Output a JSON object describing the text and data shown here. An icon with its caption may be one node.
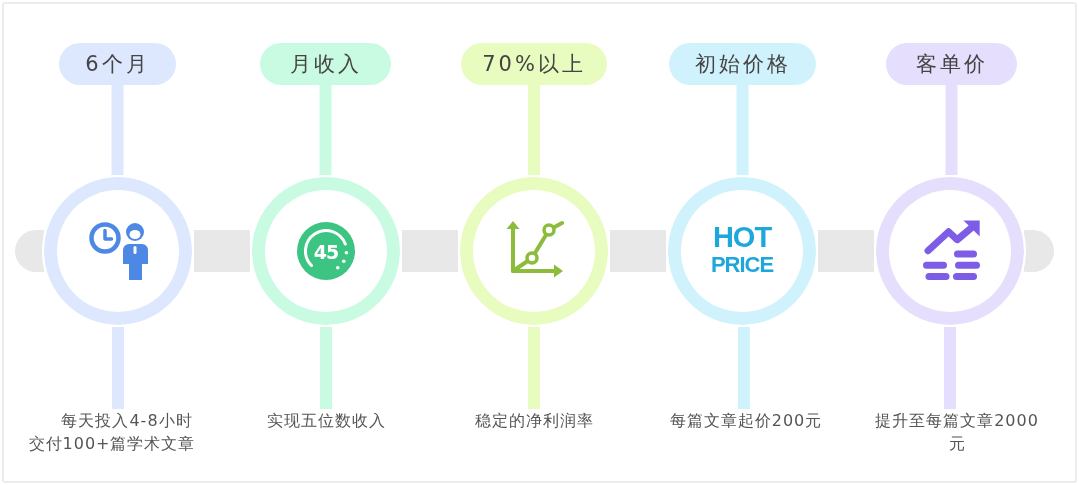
{
  "diagram": {
    "nodes": [
      {
        "text": [
          "6个月"
        ]
      },
      {
        "text": [
          "月收入"
        ]
      },
      {
        "text": [
          "70%以上"
        ]
      },
      {
        "text": [
          "初始价格"
        ]
      },
      {
        "text": [
          "客单价"
        ]
      },
      {
        "text": [],
        "shape": "circle"
      },
      {
        "text": [
          "45"
        ]
      },
      {
        "text": [],
        "shape": "circle"
      },
      {
        "text": [
          "HOT PRICE"
        ]
      },
      {
        "text": [],
        "shape": "circle"
      },
      {
        "text": [
          "每天投入4-8小时交付100+篇学术文章"
        ]
      },
      {
        "text": [
          "实现五位数收入"
        ]
      },
      {
        "text": [
          "稳定的净利润率"
        ]
      },
      {
        "text": [
          "每篇文章起价200元"
        ]
      },
      {
        "text": [
          "提升至每篇文章2000元"
        ]
      }
    ],
    "edges": [
      {
        "from": 0,
        "to": 5,
        "arrow": "none",
        "color": "#dde8fe"
      },
      {
        "from": 5,
        "to": 10,
        "arrow": "none",
        "color": "#dde8fe"
      },
      {
        "from": 1,
        "to": 6,
        "arrow": "none",
        "color": "#c8fbe2"
      },
      {
        "from": 6,
        "to": 11,
        "arrow": "none",
        "color": "#c8fbe2"
      },
      {
        "from": 2,
        "to": 7,
        "arrow": "none",
        "color": "#e8fcc0"
      },
      {
        "from": 7,
        "to": 12,
        "arrow": "none",
        "color": "#e8fcc0"
      },
      {
        "from": 3,
        "to": 8,
        "arrow": "none",
        "color": "#d0f2fd"
      },
      {
        "from": 8,
        "to": 13,
        "arrow": "none",
        "color": "#d0f2fd"
      },
      {
        "from": 4,
        "to": 9,
        "arrow": "none",
        "color": "#e5dffd"
      },
      {
        "from": 9,
        "to": 14,
        "arrow": "none",
        "color": "#e5dffd"
      },
      {
        "from": 5,
        "to": 6,
        "arrow": "none",
        "style": "thick",
        "color": "#e8e8e8"
      },
      {
        "from": 6,
        "to": 7,
        "arrow": "none",
        "style": "thick",
        "color": "#e8e8e8"
      },
      {
        "from": 7,
        "to": 8,
        "arrow": "none",
        "style": "thick",
        "color": "#e8e8e8"
      },
      {
        "from": 8,
        "to": 9,
        "arrow": "none",
        "style": "thick",
        "color": "#e8e8e8"
      }
    ]
  }
}
